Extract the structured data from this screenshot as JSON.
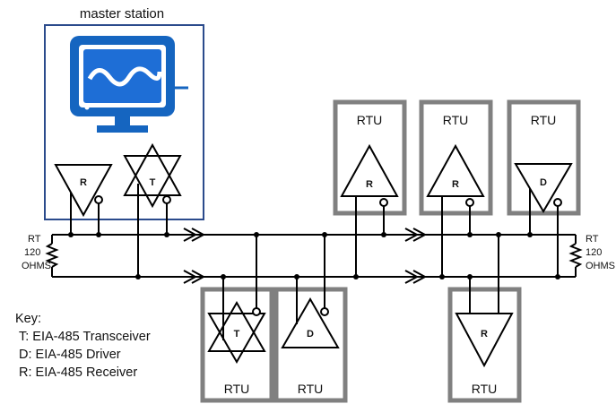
{
  "master": {
    "label": "master station",
    "screen_color": "#1565c0"
  },
  "rtu_label": "RTU",
  "symbols": {
    "receiver": "R",
    "driver": "D",
    "transceiver": "T"
  },
  "terminator": {
    "name": "RT",
    "value": "120",
    "unit": "OHMS"
  },
  "key": {
    "title": "Key:",
    "items": [
      "T: EIA-485 Transceiver",
      "D: EIA-485 Driver",
      "R: EIA-485 Receiver"
    ]
  },
  "colors": {
    "rtu_border": "#808080",
    "master_border": "#2b4b8c",
    "wire": "#000000"
  }
}
